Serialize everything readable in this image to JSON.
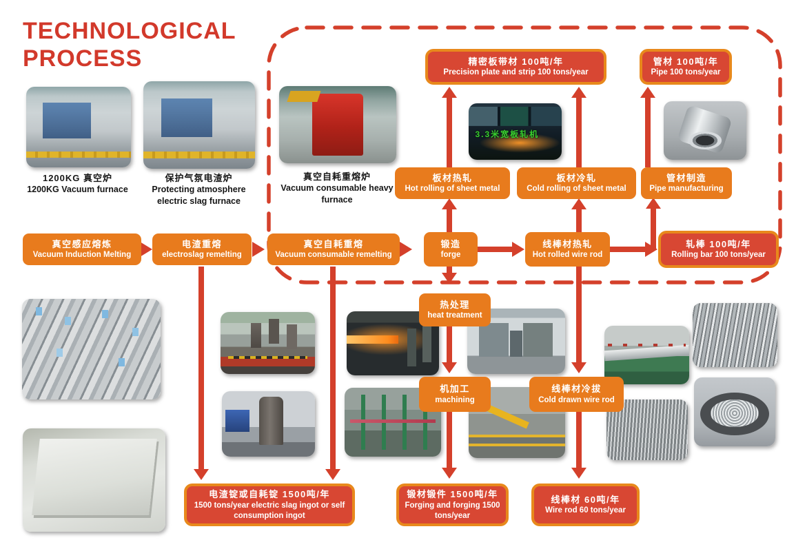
{
  "title": {
    "line1": "TECHNOLOGICAL",
    "line2": "PROCESS"
  },
  "colors": {
    "accent_red": "#d2392b",
    "process_orange": "#e87b1d",
    "output_red": "#d84733",
    "output_border_orange": "#e8891c",
    "arrow_red": "#d4402b"
  },
  "captions": [
    {
      "zh": "1200KG 真空炉",
      "en": "1200KG Vacuum furnace"
    },
    {
      "zh": "保护气氛电渣炉",
      "en": "Protecting atmosphere electric slag furnace"
    },
    {
      "zh": "真空自耗重熔炉",
      "en": "Vacuum consumable heavy furnace"
    }
  ],
  "boxes": {
    "precision": {
      "zh": "精密板带材  100吨/年",
      "en": "Precision plate and strip 100 tons/year"
    },
    "pipe_output": {
      "zh": "管材 100吨/年",
      "en": "Pipe 100 tons/year"
    },
    "hot_rolling_sheet": {
      "zh": "板材热轧",
      "en": "Hot rolling of sheet metal"
    },
    "cold_rolling_sheet": {
      "zh": "板材冷轧",
      "en": "Cold rolling of sheet metal"
    },
    "pipe_mfg": {
      "zh": "管材制造",
      "en": "Pipe manufacturing"
    },
    "vim": {
      "zh": "真空感应熔炼",
      "en": "Vacuum Induction Melting"
    },
    "esr": {
      "zh": "电渣重熔",
      "en": "electroslag remelting"
    },
    "var": {
      "zh": "真空自耗重熔",
      "en": "Vacuum consumable remelting"
    },
    "forge": {
      "zh": "锻造",
      "en": "forge"
    },
    "hot_rolled_wire": {
      "zh": "线棒材热轧",
      "en": "Hot rolled wire rod"
    },
    "rolling_bar": {
      "zh": "轧棒 100吨/年",
      "en": "Rolling bar 100 tons/year"
    },
    "heat_treatment": {
      "zh": "热处理",
      "en": "heat treatment"
    },
    "machining": {
      "zh": "机加工",
      "en": "machining"
    },
    "cold_drawn_wire": {
      "zh": "线棒材冷拔",
      "en": "Cold drawn wire rod"
    },
    "ingot_output": {
      "zh": "电渣锭或自耗锭 1500吨/年",
      "en": "1500 tons/year electric slag ingot or self consumption ingot"
    },
    "forging_output": {
      "zh": "锻材锻件 1500吨/年",
      "en": "Forging and forging 1500 tons/year"
    },
    "wire_output": {
      "zh": "线棒材 60吨/年",
      "en": "Wire rod 60 tons/year"
    }
  },
  "photo_labels": {
    "rolling_mill": "3.3米宽板轧机"
  }
}
